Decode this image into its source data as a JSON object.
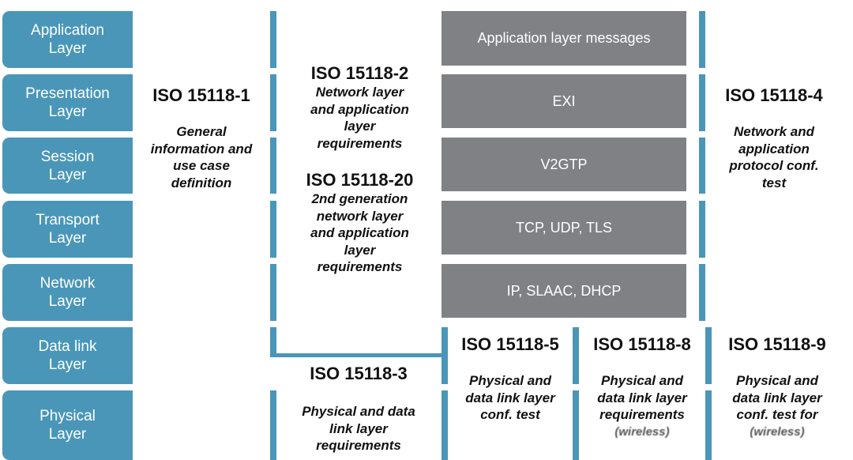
{
  "osi_layers": [
    {
      "label": "Application\nLayer"
    },
    {
      "label": "Presentation\nLayer"
    },
    {
      "label": "Session\nLayer"
    },
    {
      "label": "Transport\nLayer"
    },
    {
      "label": "Network\nLayer"
    },
    {
      "label": "Data link\nLayer"
    },
    {
      "label": "Physical\nLayer"
    }
  ],
  "protocol_blocks": [
    {
      "label": "Application layer messages"
    },
    {
      "label": "EXI"
    },
    {
      "label": "V2GTP"
    },
    {
      "label": "TCP, UDP, TLS"
    },
    {
      "label": "IP, SLAAC, DHCP"
    }
  ],
  "standards": {
    "iso_1": {
      "title": "ISO 15118-1",
      "desc": "General\ninformation and\nuse case\ndefinition"
    },
    "iso_2": {
      "title": "ISO 15118-2",
      "desc": "Network layer\nand application\nlayer\nrequirements"
    },
    "iso_20": {
      "title": "ISO 15118-20",
      "desc": "2nd generation\nnetwork layer\nand application\nlayer\nrequirements"
    },
    "iso_4": {
      "title": "ISO 15118-4",
      "desc": "Network and\napplication\nprotocol conf.\ntest"
    },
    "iso_3": {
      "title": "ISO 15118-3",
      "desc": "Physical and data\nlink layer\nrequirements"
    },
    "iso_5": {
      "title": "ISO 15118-5",
      "desc": "Physical and\ndata link layer\nconf. test"
    },
    "iso_8": {
      "title": "ISO 15118-8",
      "desc": "Physical and\ndata link layer\nrequirements",
      "extra": "(wireless)"
    },
    "iso_9": {
      "title": "ISO 15118-9",
      "desc": "Physical and\ndata link layer\nconf. test for",
      "extra": "(wireless)"
    }
  }
}
